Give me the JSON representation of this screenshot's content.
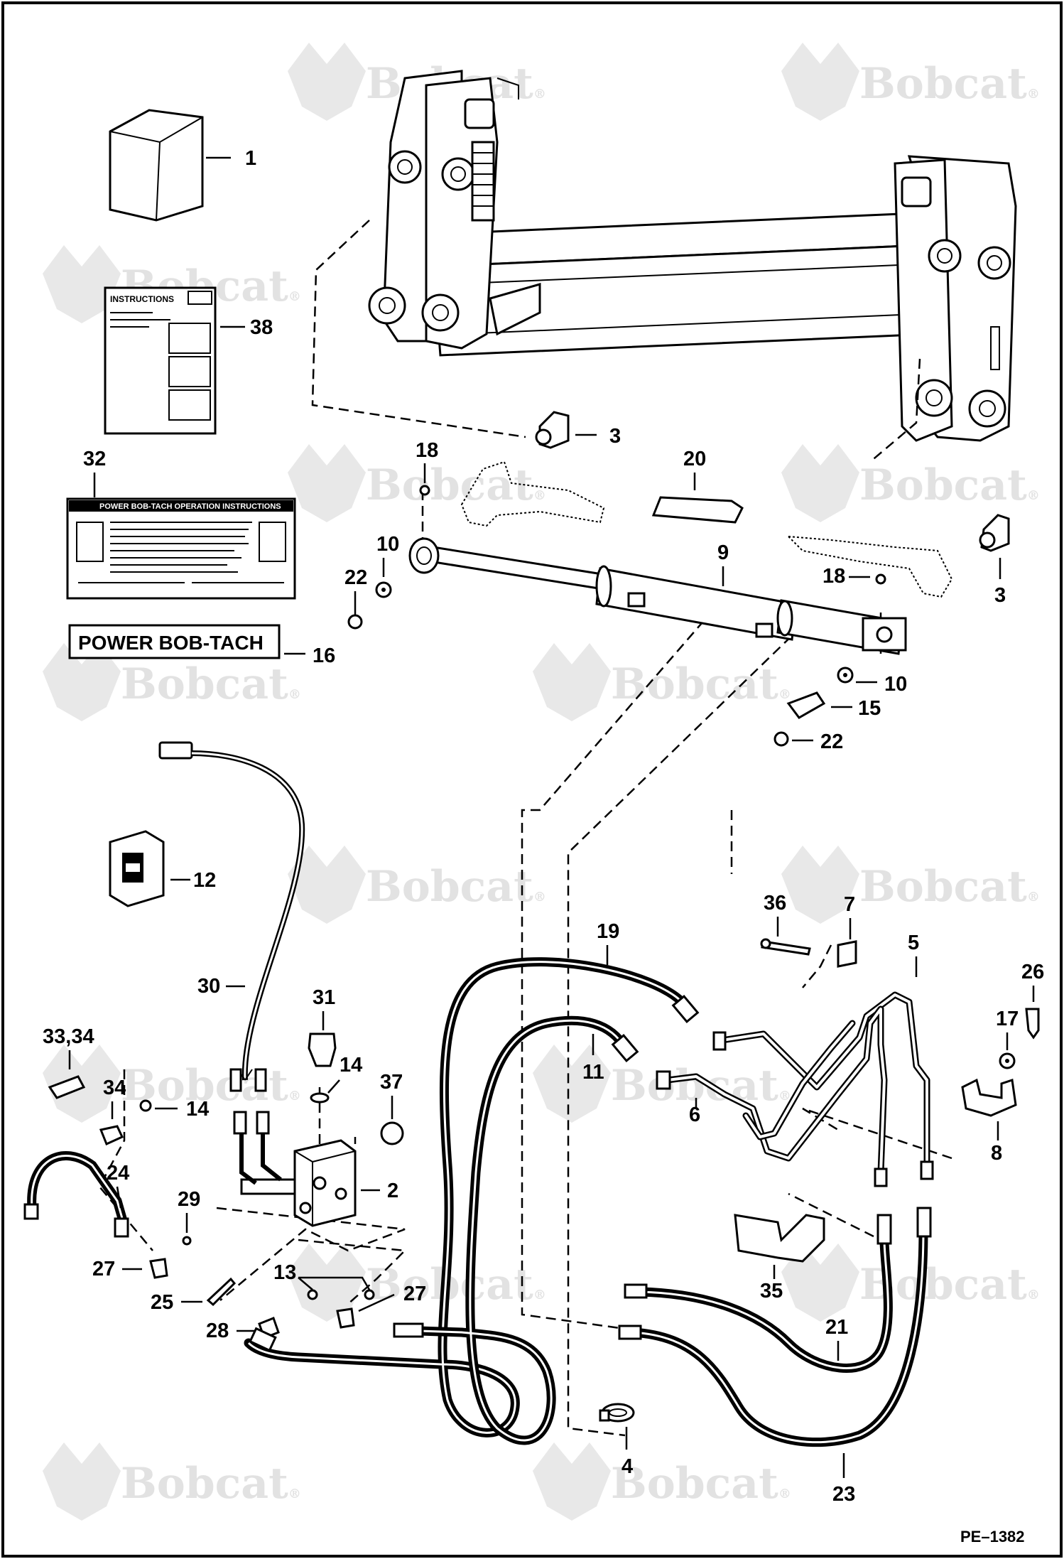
{
  "watermark": {
    "brand": "Bobcat",
    "mark": "®"
  },
  "decals": {
    "instructions_title": "INSTRUCTIONS",
    "operation_title": "POWER BOB-TACH OPERATION INSTRUCTIONS",
    "bob_tach_label": "POWER BOB-TACH"
  },
  "callouts": {
    "c1": "1",
    "c2": "2",
    "c3a": "3",
    "c3b": "3",
    "c4": "4",
    "c5": "5",
    "c6": "6",
    "c7": "7",
    "c8": "8",
    "c9": "9",
    "c10a": "10",
    "c10b": "10",
    "c11": "11",
    "c12": "12",
    "c13": "13",
    "c14a": "14",
    "c14b": "14",
    "c15": "15",
    "c16": "16",
    "c17": "17",
    "c18a": "18",
    "c18b": "18",
    "c19": "19",
    "c20": "20",
    "c21": "21",
    "c22a": "22",
    "c22b": "22",
    "c23": "23",
    "c24": "24",
    "c25": "25",
    "c26": "26",
    "c27a": "27",
    "c27b": "27",
    "c28": "28",
    "c29": "29",
    "c30": "30",
    "c31": "31",
    "c32": "32",
    "c33_34": "33,34",
    "c34": "34",
    "c35": "35",
    "c36": "36",
    "c37": "37",
    "c38": "38"
  },
  "figure_id": "PE–1382"
}
